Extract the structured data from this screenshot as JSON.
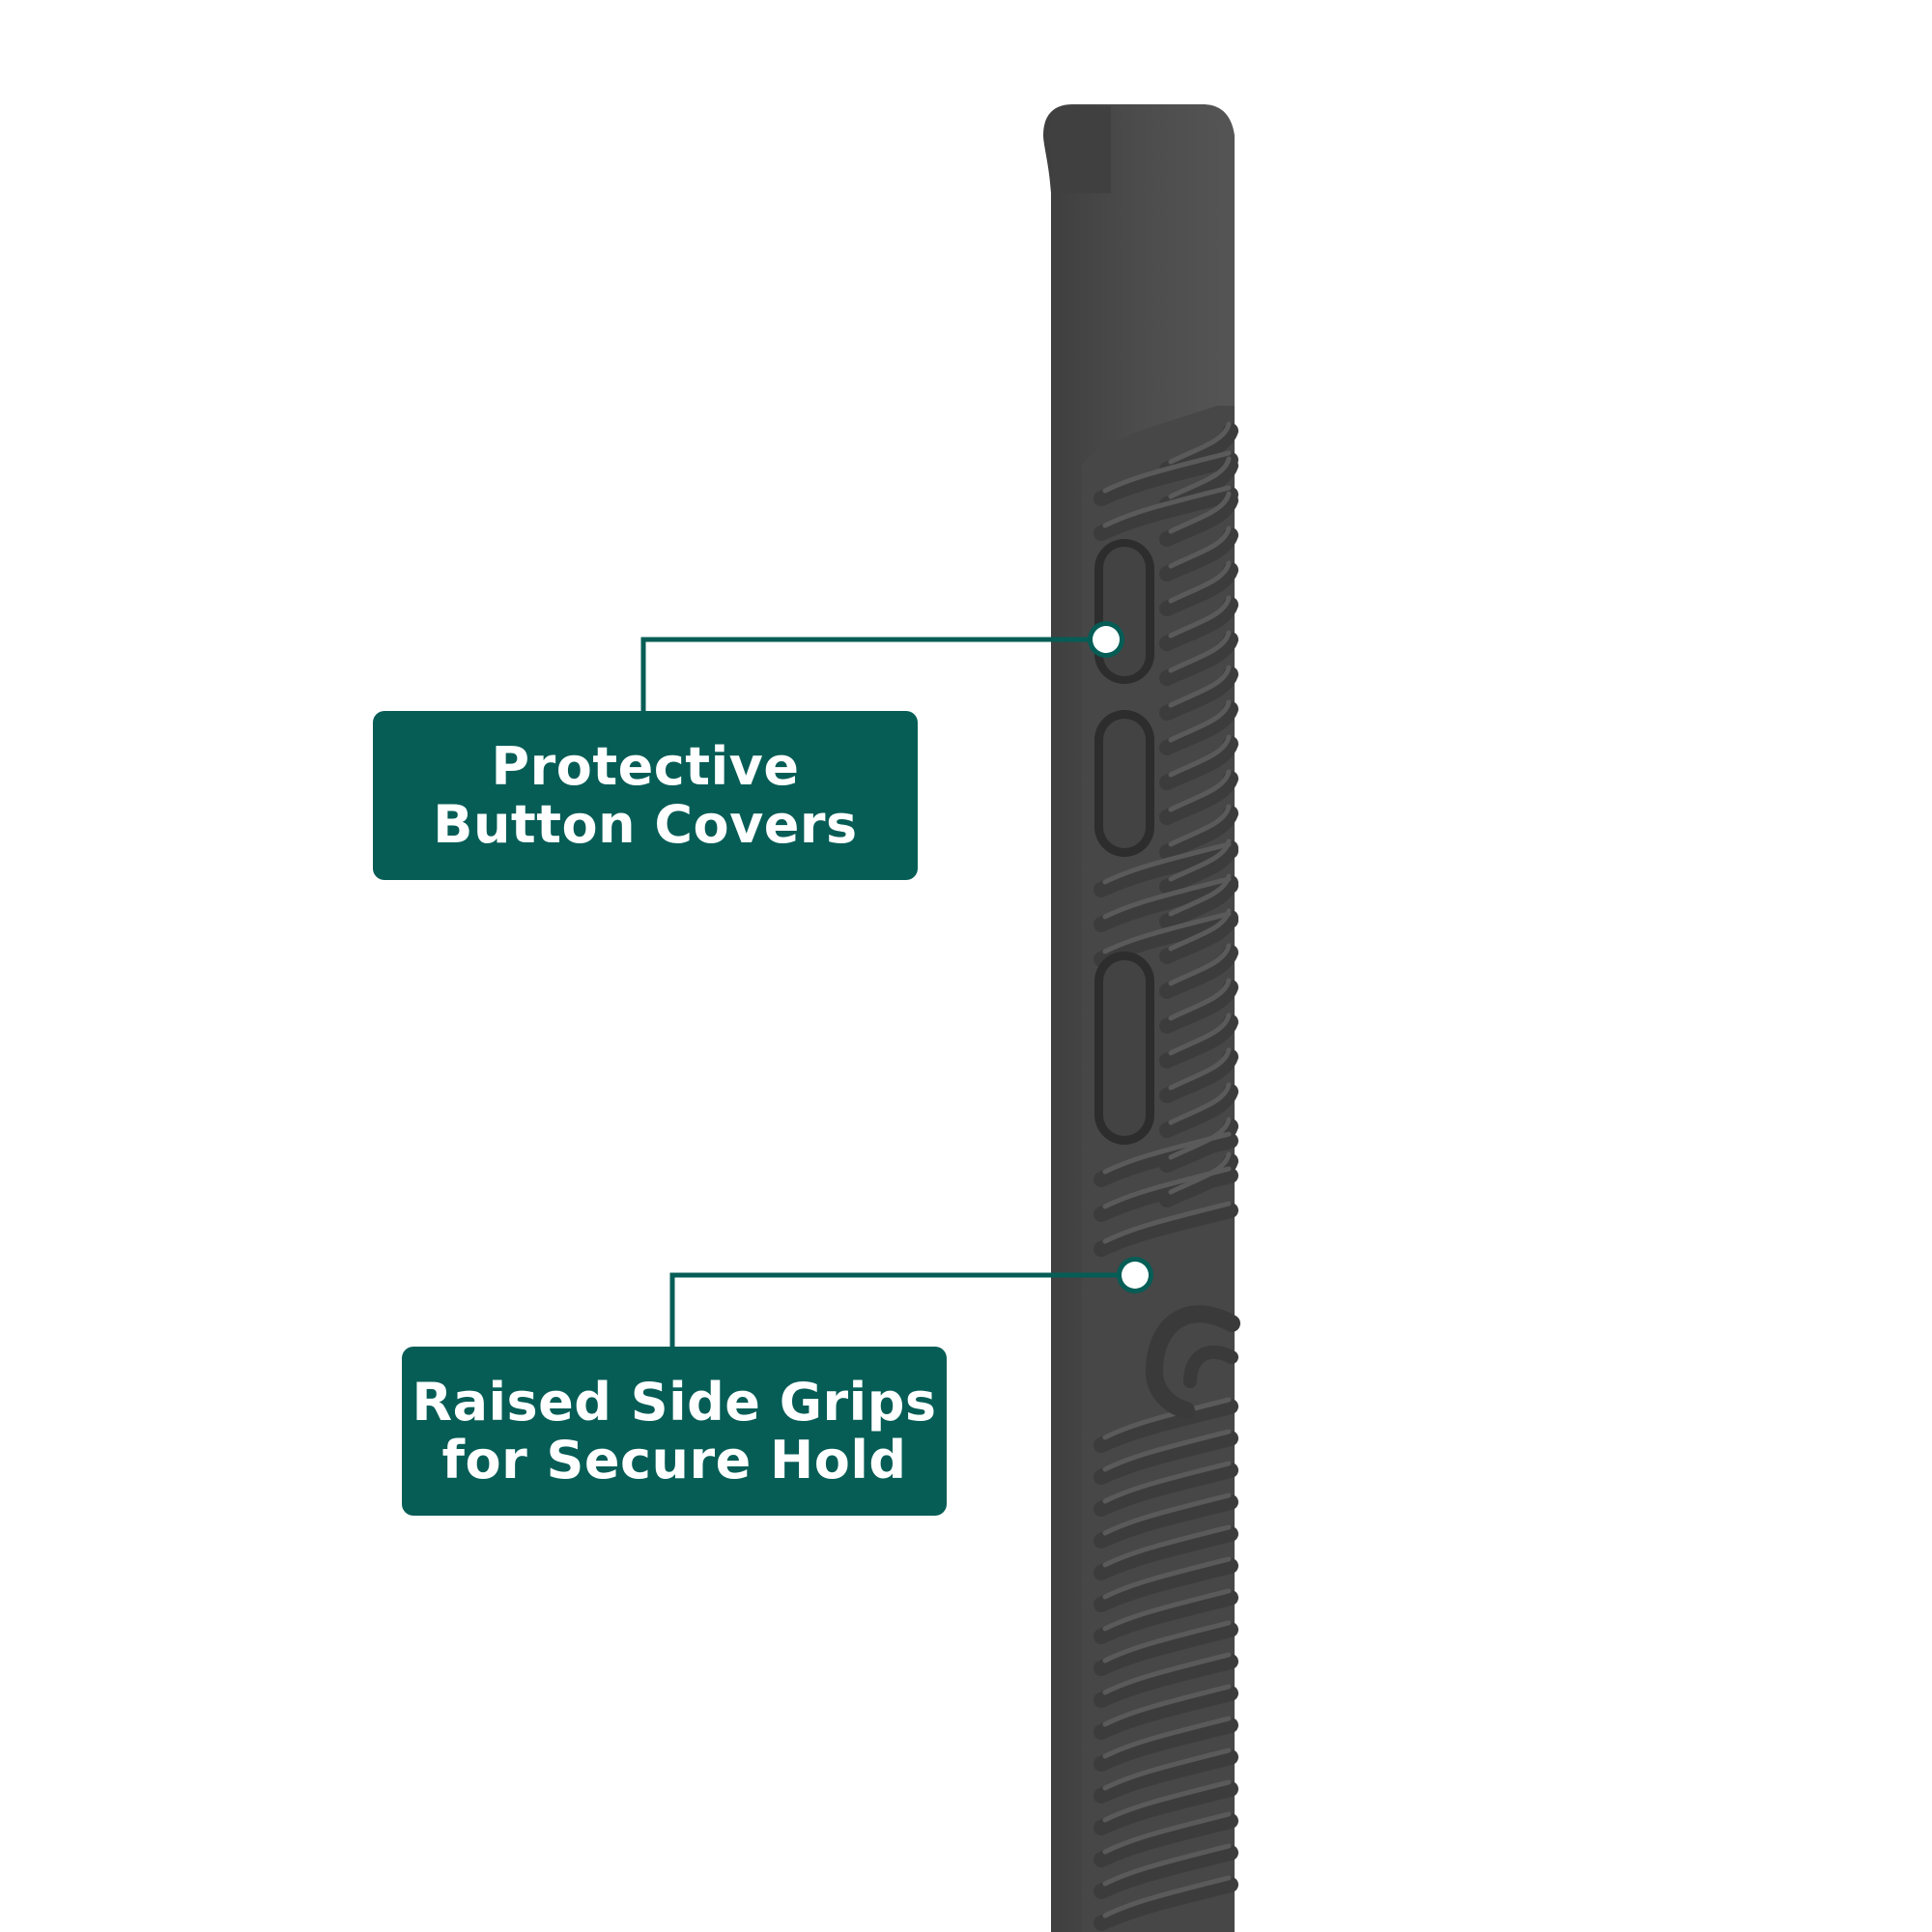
{
  "colors": {
    "background": "#ffffff",
    "case_body": "#4a4a4a",
    "case_highlight": "#5f5f5f",
    "case_shadow": "#383838",
    "callout_fill": "#055d56",
    "callout_text": "#ffffff",
    "leader_line": "#055d56"
  },
  "callouts": {
    "buttons": {
      "line1": "Protective",
      "line2": "Button Covers"
    },
    "grips": {
      "line1": "Raised Side Grips",
      "line2": "for Secure Hold"
    }
  },
  "icons": {
    "marker": "dot-marker-icon"
  }
}
